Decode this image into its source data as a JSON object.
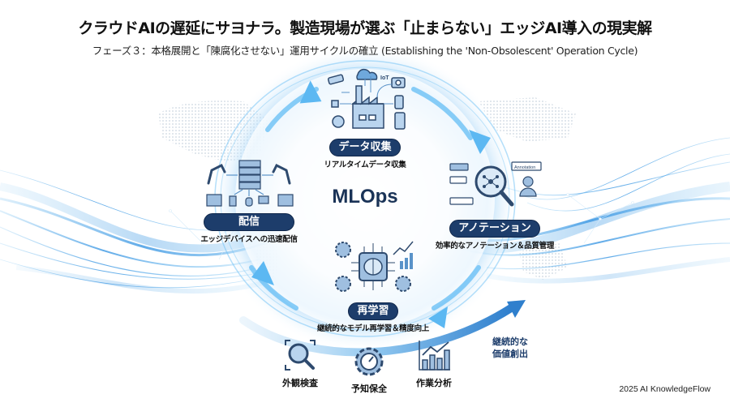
{
  "header": {
    "title": "クラウドAIの遅延にサヨナラ。製造現場が選ぶ「止まらない」エッジAI導入の現実解",
    "subtitle": "フェーズ３：本格展開と「陳腐化させない」運用サイクルの確立 (Establishing the 'Non-Obsolescent' Operation Cycle)"
  },
  "cycle": {
    "center_label": "MLOps",
    "nodes": [
      {
        "id": "data-collection",
        "label": "データ収集",
        "description": "リアルタイムデータ収集",
        "icon": "factory-iot-icon",
        "icon_texts": [
          "IoT"
        ]
      },
      {
        "id": "annotation",
        "label": "アノテーション",
        "description": "効率的なアノテーション＆品質管理",
        "icon": "magnifier-annotation-icon",
        "icon_texts": [
          "Annotation"
        ]
      },
      {
        "id": "retraining",
        "label": "再学習",
        "description": "継続的なモデル再学習＆精度向上",
        "icon": "brain-chip-icon",
        "icon_texts": []
      },
      {
        "id": "deployment",
        "label": "配信",
        "description": "エッジデバイスへの迅速配信",
        "icon": "server-robots-icon",
        "icon_texts": []
      }
    ],
    "direction": "clockwise"
  },
  "use_cases": [
    {
      "label": "外観検査",
      "icon": "inspection-magnifier-icon"
    },
    {
      "label": "予知保全",
      "icon": "gauge-gear-icon"
    },
    {
      "label": "作業分析",
      "icon": "bar-chart-trend-icon"
    }
  ],
  "value": {
    "line1": "継続的な",
    "line2": "価値創出"
  },
  "footer": {
    "credit": "2025 AI KnowledgeFlow"
  },
  "colors": {
    "pill_bg": "#1d3d6b",
    "accent_blue": "#3a86d4",
    "light_blue": "#8fd3ff",
    "icon_stroke": "#2e4a6e",
    "icon_fill": "#b9d4ee"
  }
}
